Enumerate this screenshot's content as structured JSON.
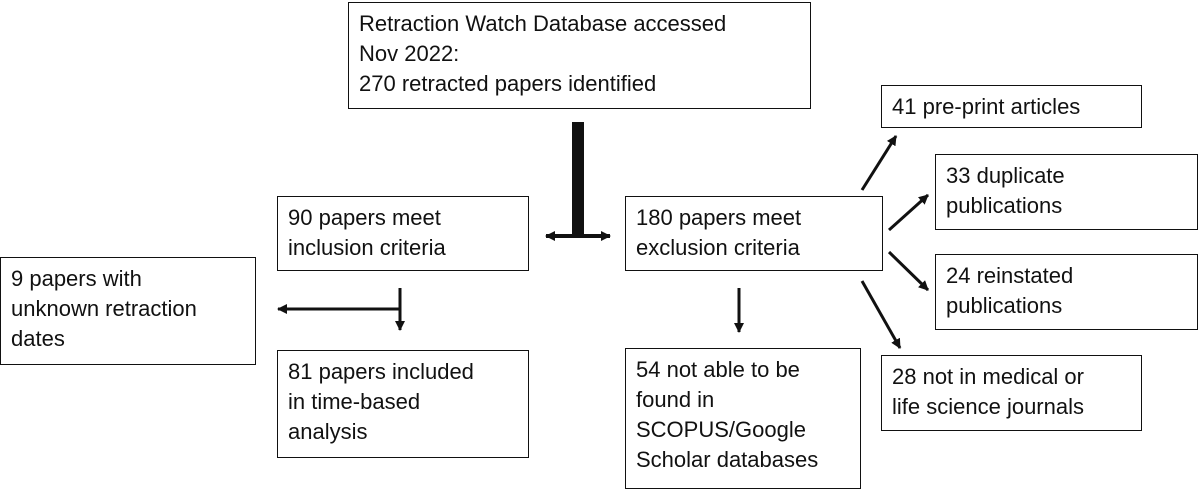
{
  "diagram": {
    "top": {
      "lines": [
        "Retraction Watch Database accessed",
        "Nov 2022:",
        "270 retracted papers identified"
      ]
    },
    "inclusion": {
      "lines": [
        "90 papers meet",
        "inclusion criteria"
      ]
    },
    "exclusion": {
      "lines": [
        "180 papers meet",
        "exclusion criteria"
      ]
    },
    "unknown_dates": {
      "lines": [
        "9 papers with",
        "unknown retraction",
        "dates"
      ]
    },
    "included_analysis": {
      "lines": [
        "81 papers included",
        "in time-based",
        "analysis"
      ]
    },
    "not_found": {
      "lines": [
        "54 not able to be",
        "found in",
        "SCOPUS/Google",
        "Scholar databases"
      ]
    },
    "preprint": {
      "lines": [
        "41 pre-print articles"
      ]
    },
    "duplicate": {
      "lines": [
        "33 duplicate",
        "publications"
      ]
    },
    "reinstated": {
      "lines": [
        "24 reinstated",
        "publications"
      ]
    },
    "not_medical": {
      "lines": [
        "28 not in medical or",
        "life science journals"
      ]
    }
  },
  "colors": {
    "stroke": "#111111",
    "background": "#ffffff"
  }
}
